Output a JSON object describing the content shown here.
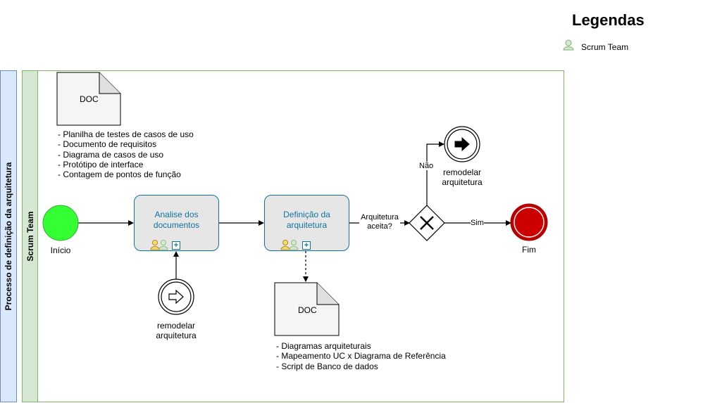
{
  "pool": {
    "title": "Processo de definição da arquitetura"
  },
  "lane": {
    "title": "Scrum Team"
  },
  "legend": {
    "title": "Legendas",
    "items": [
      {
        "icon": "user-icon",
        "label": "Scrum Team"
      }
    ]
  },
  "events": {
    "start": {
      "label": "Início",
      "color": "#33ff33"
    },
    "end": {
      "label": "Fim",
      "color": "#cc0000"
    },
    "catch_remodel": {
      "label": "remodelar\narquitetura"
    },
    "throw_remodel": {
      "label": "remodelar\narquitetura"
    }
  },
  "tasks": [
    {
      "label": "Analise dos documentos"
    },
    {
      "label": "Definição da arquitetura"
    }
  ],
  "gateway": {
    "question": "Arquitetura\naceita?",
    "yes_label": "Sim",
    "no_label": "Não"
  },
  "documents": [
    {
      "label": "DOC",
      "items": [
        "- Planilha de testes de casos de uso",
        "- Documento de requisitos",
        "- Diagrama de casos de uso",
        "- Protótipo de interface",
        "- Contagem de pontos de função"
      ]
    },
    {
      "label": "DOC",
      "items": [
        "- Diagramas arquiteturais",
        "- Mapeamento UC x Diagrama de Referência",
        "- Script de Banco de dados"
      ]
    }
  ],
  "colors": {
    "task_border": "#10739e",
    "task_fill": "#e6e6e6",
    "pool_fill": "#dae8fc",
    "lane_fill": "#d5e8d4"
  }
}
